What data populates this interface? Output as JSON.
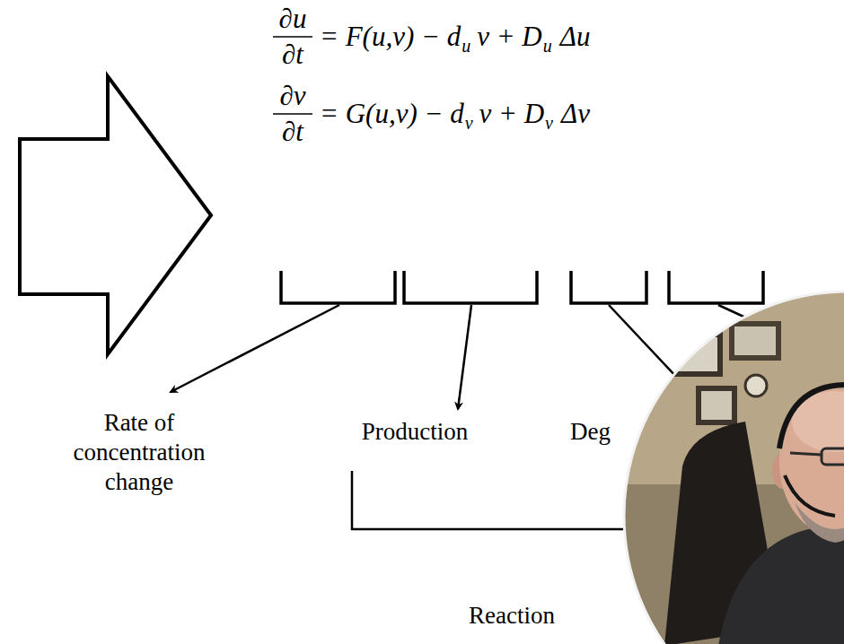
{
  "diagram": {
    "labels": [
      "∂u",
      "∂t",
      "= F(u,v) − d",
      "u",
      "v + D",
      "u",
      "Δu",
      "∂v",
      "∂t",
      "= G(u,v) − d",
      "v",
      "v + D",
      "v",
      "Δv",
      "Rate of concentration change",
      "Production",
      "Deg",
      "Reaction"
    ]
  }
}
